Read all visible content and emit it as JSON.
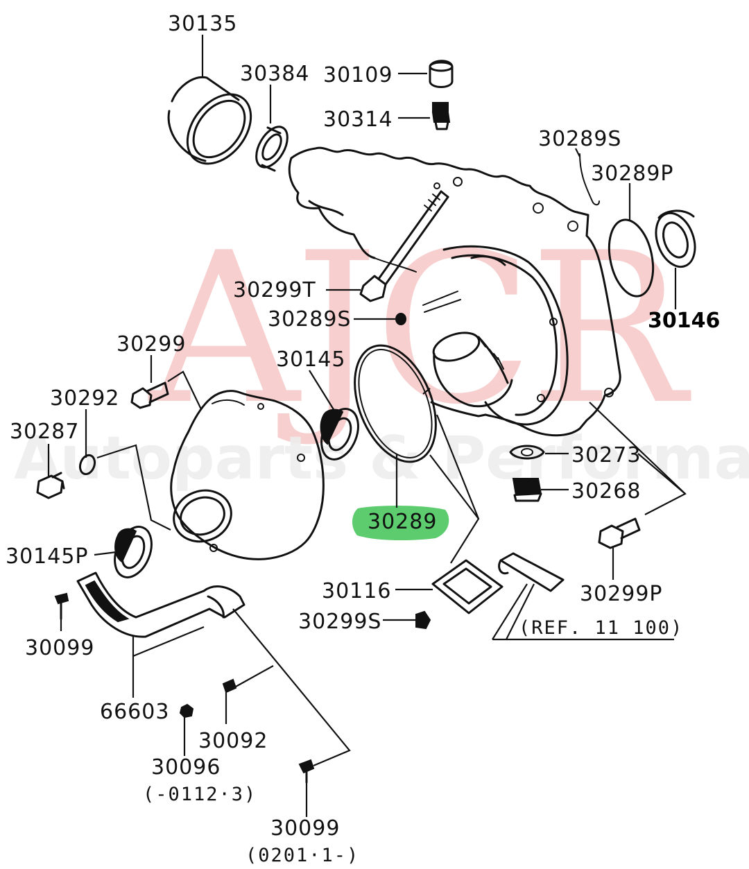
{
  "watermark": {
    "brand": "AJCR",
    "tagline": "Autoparts & Performance"
  },
  "colors": {
    "line": "#111111",
    "watermark_red": "#f1a8a8",
    "highlight_green": "#5ccc6e"
  },
  "labels": {
    "p30135": "30135",
    "p30384": "30384",
    "p30109": "30109",
    "p30314": "30314",
    "p30289S_top": "30289S",
    "p30289P": "30289P",
    "p30146": "30146",
    "p30299T": "30299T",
    "p30289S_mid": "30289S",
    "p30299": "30299",
    "p30145": "30145",
    "p30292": "30292",
    "p30287": "30287",
    "p30289": "30289",
    "p30273": "30273",
    "p30268": "30268",
    "p30145P": "30145P",
    "p30116": "30116",
    "p30299S": "30299S",
    "p30299P": "30299P",
    "ref": "(REF. 11 100)",
    "p30099_left": "30099",
    "p66603": "66603",
    "p30092": "30092",
    "p30096": "30096",
    "p30096_range": "(-0112·3)",
    "p30099_bottom": "30099",
    "p30099_range": "(0201·1-)"
  }
}
